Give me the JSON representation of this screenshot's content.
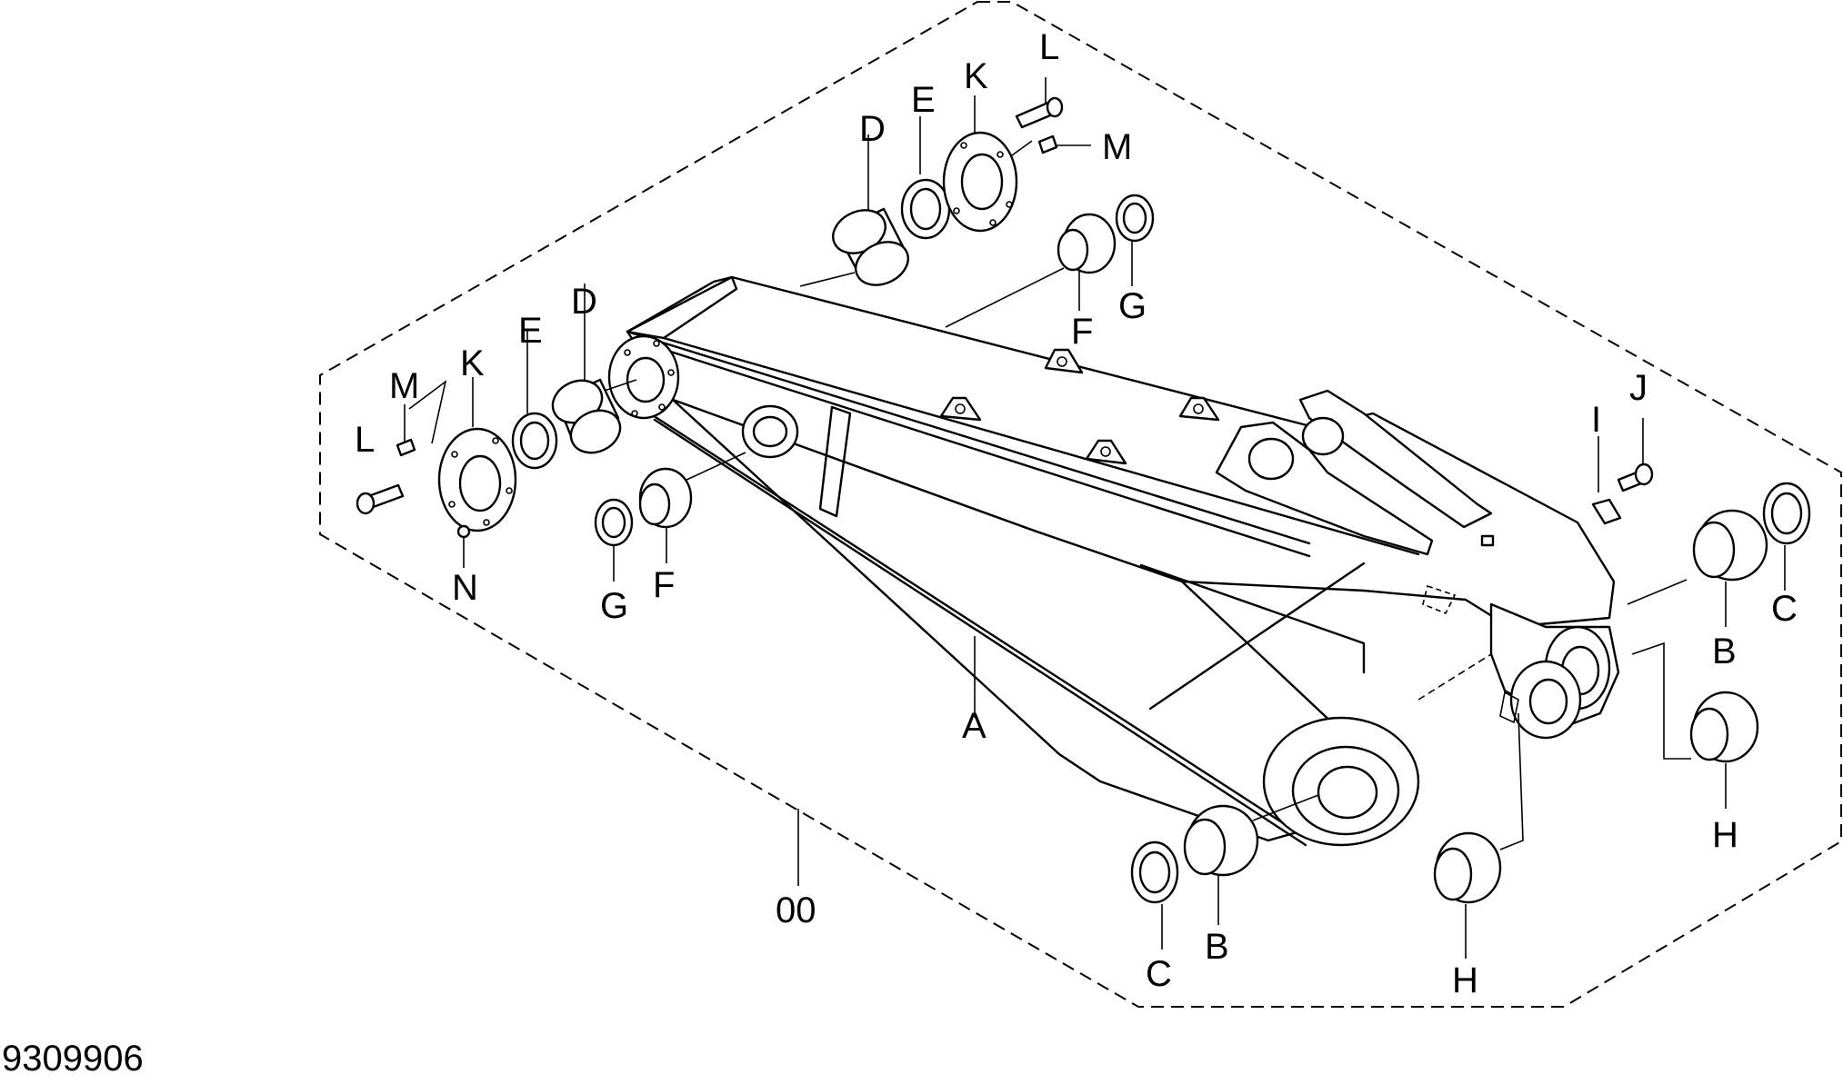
{
  "drawing_number": "9309906",
  "assembly_label": "00",
  "callouts": {
    "A": "A",
    "B": "B",
    "C": "C",
    "D": "D",
    "E": "E",
    "F": "F",
    "G": "G",
    "H": "H",
    "I": "I",
    "J": "J",
    "K": "K",
    "L": "L",
    "M": "M",
    "N": "N"
  }
}
